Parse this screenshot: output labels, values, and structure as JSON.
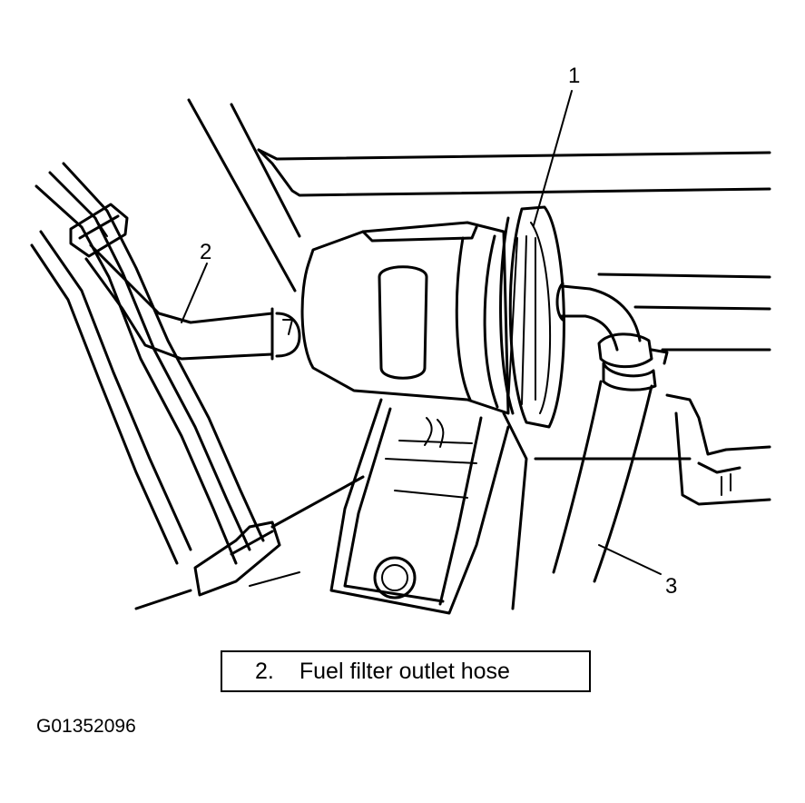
{
  "callouts": {
    "c1": "1",
    "c2": "2",
    "c3": "3"
  },
  "caption": {
    "number": "2.",
    "text": "Fuel filter outlet hose"
  },
  "figure_id": "G01352096"
}
